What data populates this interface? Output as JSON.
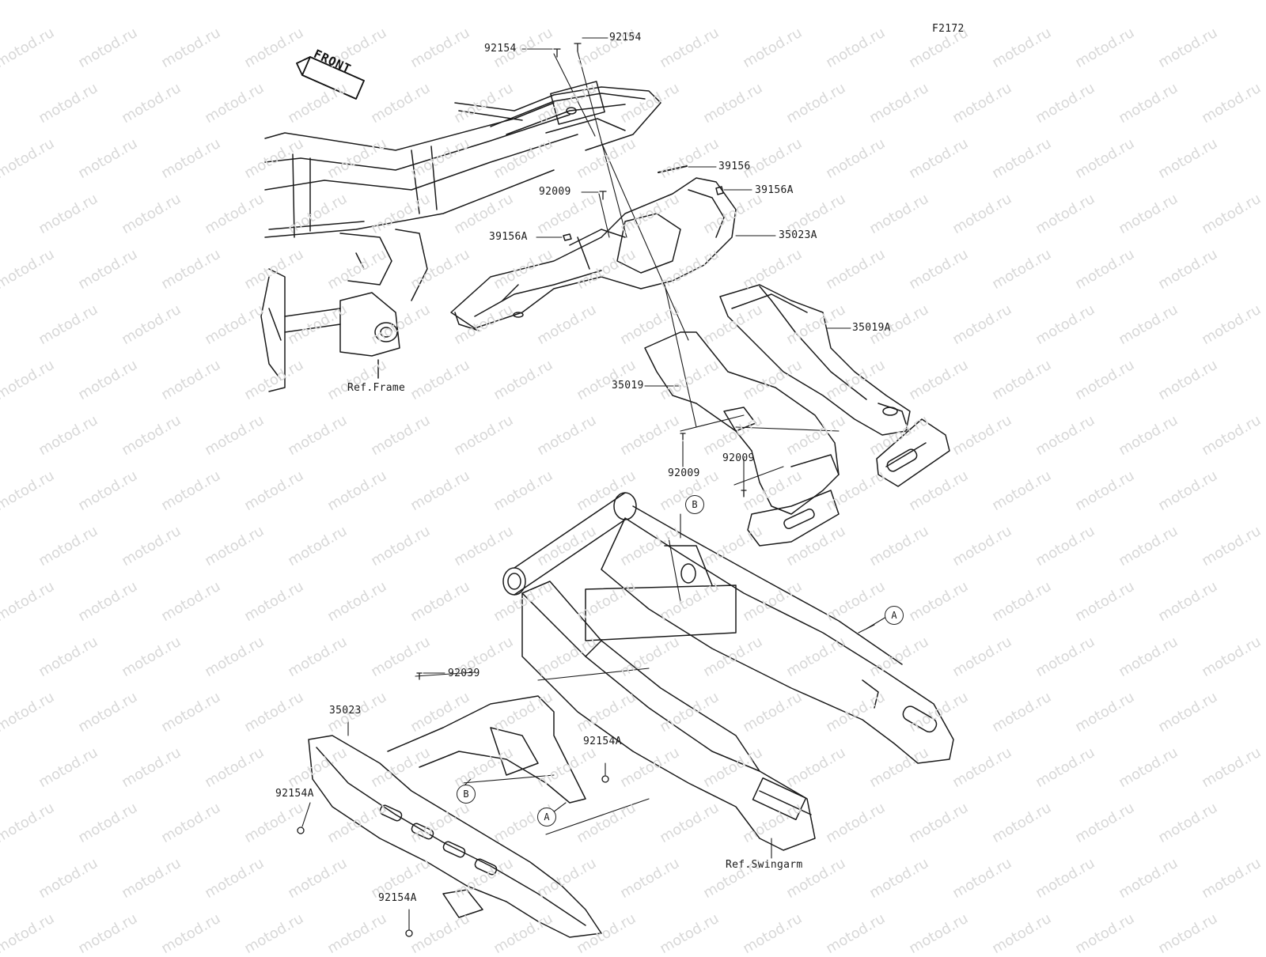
{
  "figure_code": "F2172",
  "front_label": "FRONT",
  "watermark": "motod.ru",
  "parts": [
    {
      "id": "p1",
      "label": "92154"
    },
    {
      "id": "p2",
      "label": "92154"
    },
    {
      "id": "p3",
      "label": "39156"
    },
    {
      "id": "p4",
      "label": "92009"
    },
    {
      "id": "p5",
      "label": "39156A"
    },
    {
      "id": "p6",
      "label": "39156A"
    },
    {
      "id": "p7",
      "label": "35023A"
    },
    {
      "id": "p8",
      "label": "35019A"
    },
    {
      "id": "p9",
      "label": "35019"
    },
    {
      "id": "p10",
      "label": "92009"
    },
    {
      "id": "p11",
      "label": "92009"
    },
    {
      "id": "p12",
      "label": "92039"
    },
    {
      "id": "p13",
      "label": "35023"
    },
    {
      "id": "p14",
      "label": "92154A"
    },
    {
      "id": "p15",
      "label": "92154A"
    },
    {
      "id": "p16",
      "label": "92154A"
    }
  ],
  "references": {
    "frame": "Ref.Frame",
    "swingarm": "Ref.Swingarm"
  },
  "markers": {
    "a": "A",
    "b": "B"
  }
}
